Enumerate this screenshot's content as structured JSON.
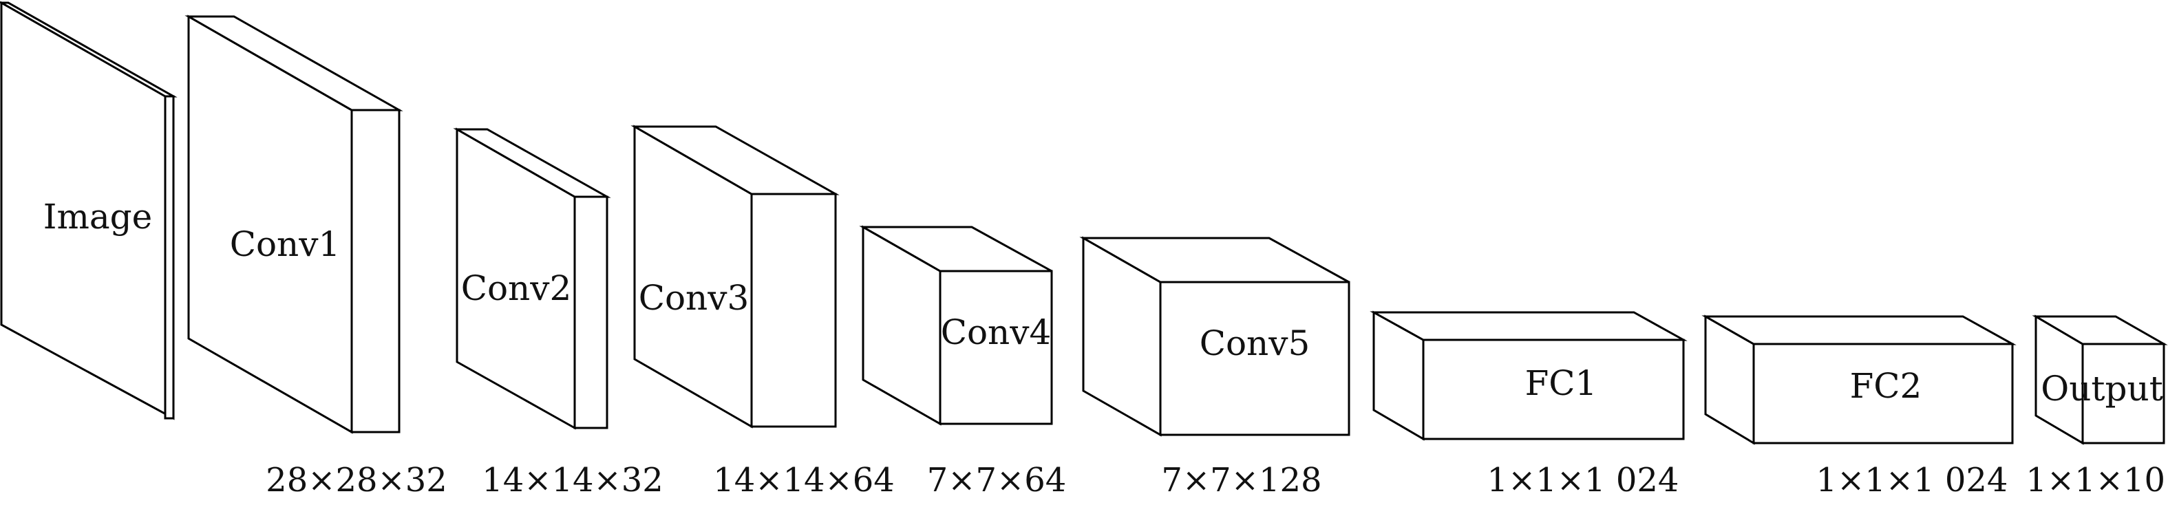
{
  "diagram": {
    "layers": [
      {
        "id": "image",
        "label": "Image",
        "dims": ""
      },
      {
        "id": "conv1",
        "label": "Conv1",
        "dims": "28×28×32"
      },
      {
        "id": "conv2",
        "label": "Conv2",
        "dims": "14×14×32"
      },
      {
        "id": "conv3",
        "label": "Conv3",
        "dims": "14×14×64"
      },
      {
        "id": "conv4",
        "label": "Conv4",
        "dims": "7×7×64"
      },
      {
        "id": "conv5",
        "label": "Conv5",
        "dims": "7×7×128"
      },
      {
        "id": "fc1",
        "label": "FC1",
        "dims": "1×1×1 024"
      },
      {
        "id": "fc2",
        "label": "FC2",
        "dims": "1×1×1 024"
      },
      {
        "id": "output",
        "label": "Output",
        "dims": "1×1×10"
      }
    ]
  }
}
